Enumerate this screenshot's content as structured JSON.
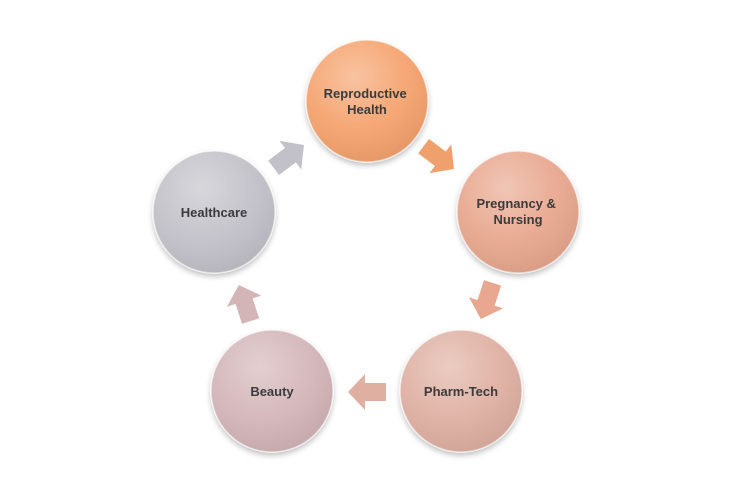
{
  "cycle": {
    "nodes": [
      {
        "id": "reproductive-health",
        "lines": [
          "Reproductive",
          "Health"
        ],
        "color": "#f5a36e"
      },
      {
        "id": "pregnancy-nursing",
        "lines": [
          "Pregnancy &",
          "Nursing"
        ],
        "color": "#e8a78e"
      },
      {
        "id": "pharm-tech",
        "lines": [
          "Pharm-Tech"
        ],
        "color": "#dfb0a2"
      },
      {
        "id": "beauty",
        "lines": [
          "Beauty"
        ],
        "color": "#d3b5b8"
      },
      {
        "id": "healthcare",
        "lines": [
          "Healthcare"
        ],
        "color": "#c2c1c9"
      }
    ],
    "arrow_colors": [
      "#f0a06c",
      "#e8a78e",
      "#dfb0a2",
      "#d3b5b8",
      "#c2c1c9"
    ]
  }
}
